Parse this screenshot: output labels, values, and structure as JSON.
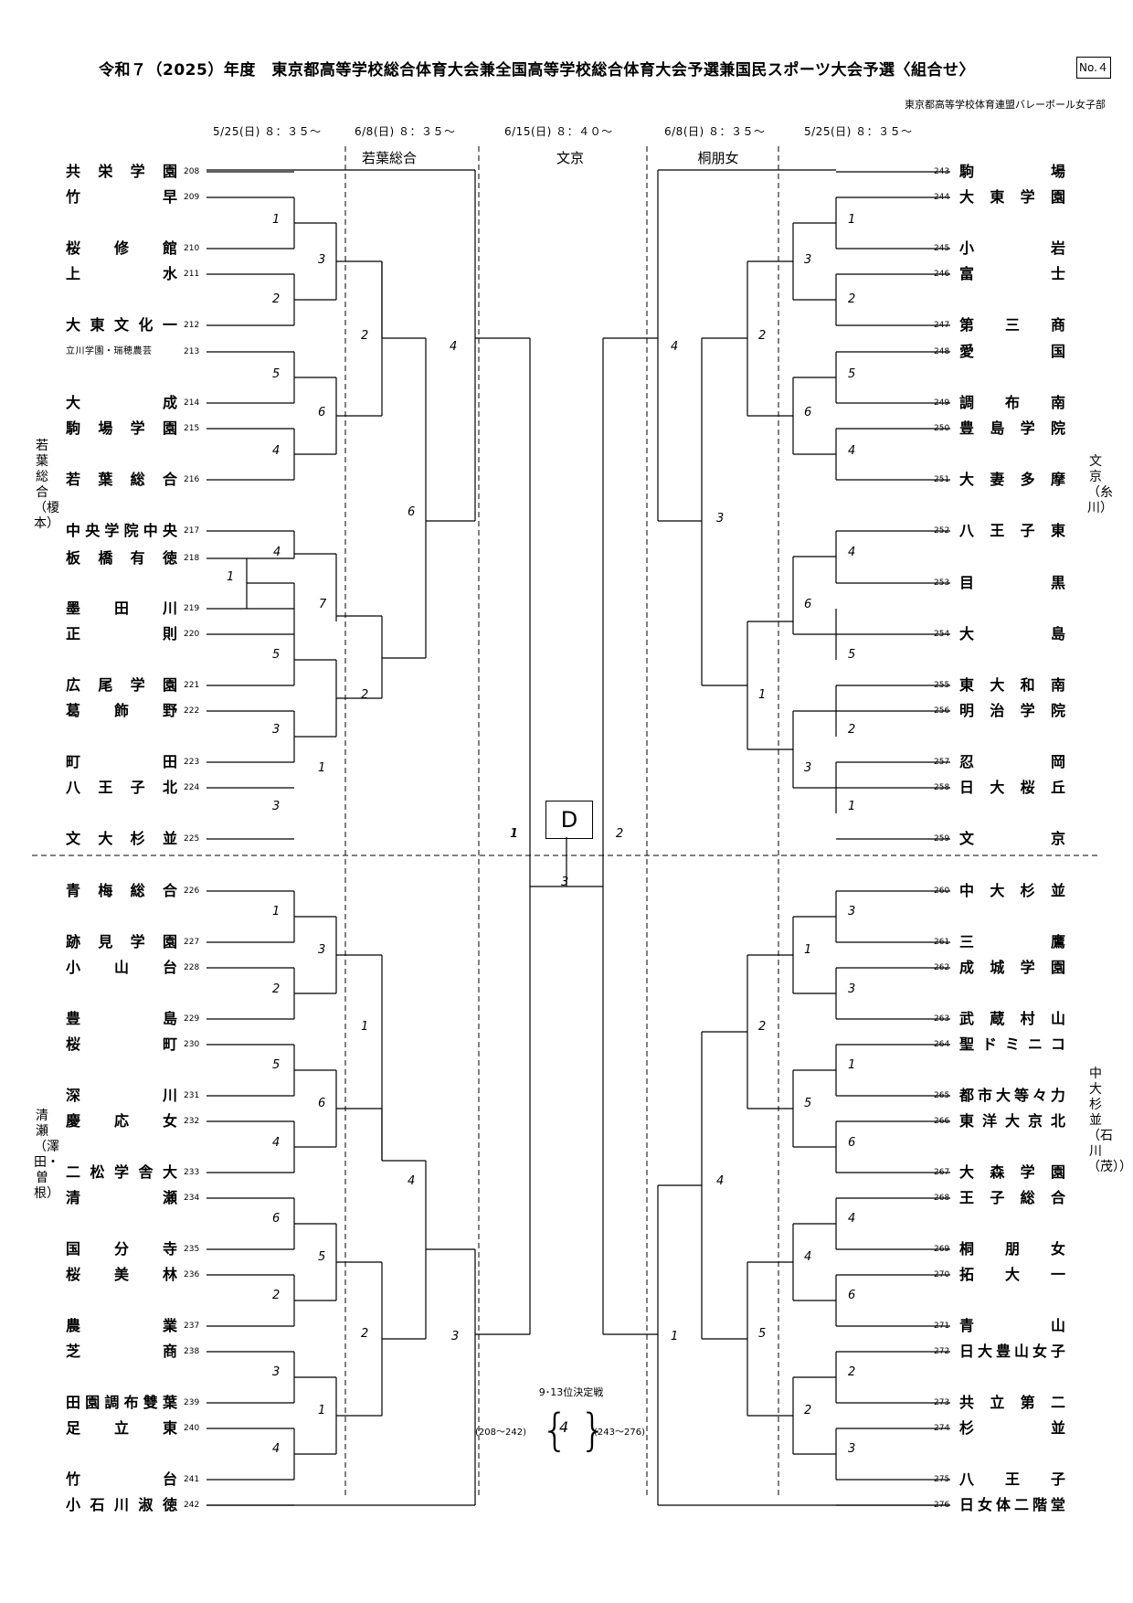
{
  "header": {
    "title": "令和７（2025）年度　東京都高等学校総合体育大会兼全国高等学校総合体育大会予選兼国民スポーツ大会予選〈組合せ〉",
    "doc_no": "No.４",
    "org": "東京都高等学校体育連盟バレーボール女子部"
  },
  "dates": [
    "5/25(日) ８：３５～",
    "6/8(日) ８：３５～",
    "6/15(日) ８：４０～",
    "6/8(日) ８：３５～",
    "5/25(日) ８：３５～"
  ],
  "venues": [
    "若葉総合",
    "文京",
    "桐朋女"
  ],
  "side_venues": {
    "left_top": "若葉総合（榎本）",
    "left_bottom": "清瀬（澤田・曽根）",
    "right_top": "文京（糸川）",
    "right_bottom": "中大杉並（石川（茂））"
  },
  "left_teams": [
    {
      "no": "208",
      "name": "共栄学園"
    },
    {
      "no": "209",
      "name": "竹早"
    },
    {
      "no": "210",
      "name": "桜修館"
    },
    {
      "no": "211",
      "name": "上水"
    },
    {
      "no": "212",
      "name": "大東文化一"
    },
    {
      "no": "213",
      "name": "立川学園・瑞穂農芸"
    },
    {
      "no": "214",
      "name": "大成"
    },
    {
      "no": "215",
      "name": "駒場学園"
    },
    {
      "no": "216",
      "name": "若葉総合"
    },
    {
      "no": "217",
      "name": "中央学院中央"
    },
    {
      "no": "218",
      "name": "板橋有徳"
    },
    {
      "no": "219",
      "name": "墨田川"
    },
    {
      "no": "220",
      "name": "正則"
    },
    {
      "no": "221",
      "name": "広尾学園"
    },
    {
      "no": "222",
      "name": "葛飾野"
    },
    {
      "no": "223",
      "name": "町田"
    },
    {
      "no": "224",
      "name": "八王子北"
    },
    {
      "no": "225",
      "name": "文大杉並"
    },
    {
      "no": "226",
      "name": "青梅総合"
    },
    {
      "no": "227",
      "name": "跡見学園"
    },
    {
      "no": "228",
      "name": "小山台"
    },
    {
      "no": "229",
      "name": "豊島"
    },
    {
      "no": "230",
      "name": "桜町"
    },
    {
      "no": "231",
      "name": "深川"
    },
    {
      "no": "232",
      "name": "慶応女"
    },
    {
      "no": "233",
      "name": "二松学舎大"
    },
    {
      "no": "234",
      "name": "清瀬"
    },
    {
      "no": "235",
      "name": "国分寺"
    },
    {
      "no": "236",
      "name": "桜美林"
    },
    {
      "no": "237",
      "name": "農業"
    },
    {
      "no": "238",
      "name": "芝商"
    },
    {
      "no": "239",
      "name": "田園調布雙葉"
    },
    {
      "no": "240",
      "name": "足立東"
    },
    {
      "no": "241",
      "name": "竹台"
    },
    {
      "no": "242",
      "name": "小石川淑徳"
    }
  ],
  "right_teams": [
    {
      "no": "243",
      "name": "駒場"
    },
    {
      "no": "244",
      "name": "大東学園"
    },
    {
      "no": "245",
      "name": "小岩"
    },
    {
      "no": "246",
      "name": "富士"
    },
    {
      "no": "247",
      "name": "第三商"
    },
    {
      "no": "248",
      "name": "愛国"
    },
    {
      "no": "249",
      "name": "調布南"
    },
    {
      "no": "250",
      "name": "豊島学院"
    },
    {
      "no": "251",
      "name": "大妻多摩"
    },
    {
      "no": "252",
      "name": "八王子東"
    },
    {
      "no": "253",
      "name": "目黒"
    },
    {
      "no": "254",
      "name": "大島"
    },
    {
      "no": "255",
      "name": "東大和南"
    },
    {
      "no": "256",
      "name": "明治学院"
    },
    {
      "no": "257",
      "name": "忍岡"
    },
    {
      "no": "258",
      "name": "日大桜丘"
    },
    {
      "no": "259",
      "name": "文京"
    },
    {
      "no": "260",
      "name": "中大杉並"
    },
    {
      "no": "261",
      "name": "三鷹"
    },
    {
      "no": "262",
      "name": "成城学園"
    },
    {
      "no": "263",
      "name": "武蔵村山"
    },
    {
      "no": "264",
      "name": "聖ドミニコ"
    },
    {
      "no": "265",
      "name": "都市大等々力"
    },
    {
      "no": "266",
      "name": "東洋大京北"
    },
    {
      "no": "267",
      "name": "大森学園"
    },
    {
      "no": "268",
      "name": "王子総合"
    },
    {
      "no": "269",
      "name": "桐朋女"
    },
    {
      "no": "270",
      "name": "拓大一"
    },
    {
      "no": "271",
      "name": "青山"
    },
    {
      "no": "272",
      "name": "日大豊山女子"
    },
    {
      "no": "273",
      "name": "共立第二"
    },
    {
      "no": "274",
      "name": "杉並"
    },
    {
      "no": "275",
      "name": "八王子"
    },
    {
      "no": "276",
      "name": "日女体二階堂"
    }
  ],
  "court_numbers": {
    "left": [
      "1",
      "3",
      "2",
      "2",
      "5",
      "6",
      "4",
      "4",
      "6",
      "4",
      "7",
      "5",
      "1",
      "2",
      "3",
      "1",
      "3",
      "1",
      "3",
      "2",
      "1",
      "5",
      "6",
      "4",
      "4",
      "6",
      "5",
      "2",
      "2",
      "3",
      "1",
      "4",
      "3",
      "1"
    ],
    "right": [
      "1",
      "3",
      "2",
      "2",
      "5",
      "6",
      "4",
      "4",
      "4",
      "6",
      "5",
      "1",
      "2",
      "3",
      "1",
      "3",
      "1",
      "3",
      "2",
      "1",
      "5",
      "6",
      "4",
      "4",
      "6",
      "5",
      "2",
      "2",
      "3",
      "1",
      "4",
      "3"
    ],
    "center": [
      "1",
      "2",
      "3"
    ]
  },
  "d_label": "D",
  "consolation": {
    "title": "9･13位決定戦",
    "left_range": "(208～242)",
    "right_range": "(243～276)",
    "court": "4"
  }
}
